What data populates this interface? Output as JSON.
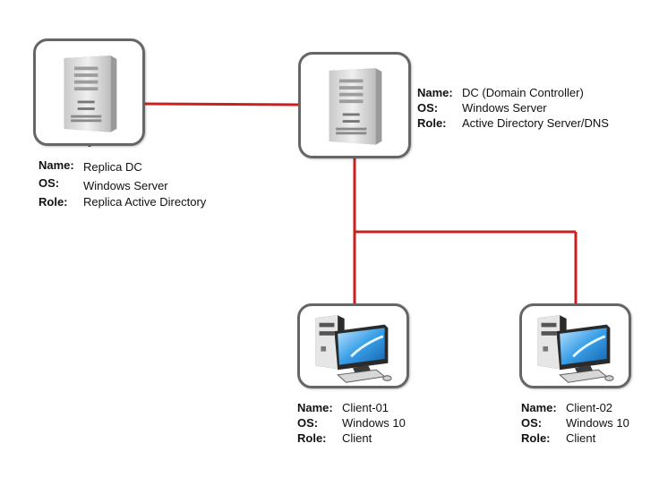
{
  "colors": {
    "link": "#cc1f1f",
    "frame": "#666666"
  },
  "nodes": {
    "replica": {
      "icon": "server-tower-icon",
      "name_label": "Name:",
      "name": "Replica DC",
      "os_label": "OS:",
      "os": "Windows Server",
      "role_label": "Role:",
      "role": "Replica Active Directory"
    },
    "dc": {
      "icon": "server-tower-icon",
      "name_label": "Name:",
      "name": "DC (Domain Controller)",
      "os_label": "OS:",
      "os": "Windows Server",
      "role_label": "Role:",
      "role": "Active Directory Server/DNS"
    },
    "client1": {
      "icon": "desktop-computer-icon",
      "name_label": "Name:",
      "name": "Client-01",
      "os_label": "OS:",
      "os": "Windows 10",
      "role_label": "Role:",
      "role": "Client"
    },
    "client2": {
      "icon": "desktop-computer-icon",
      "name_label": "Name:",
      "name": "Client-02",
      "os_label": "OS:",
      "os": "Windows 10",
      "role_label": "Role:",
      "role": "Client"
    }
  }
}
